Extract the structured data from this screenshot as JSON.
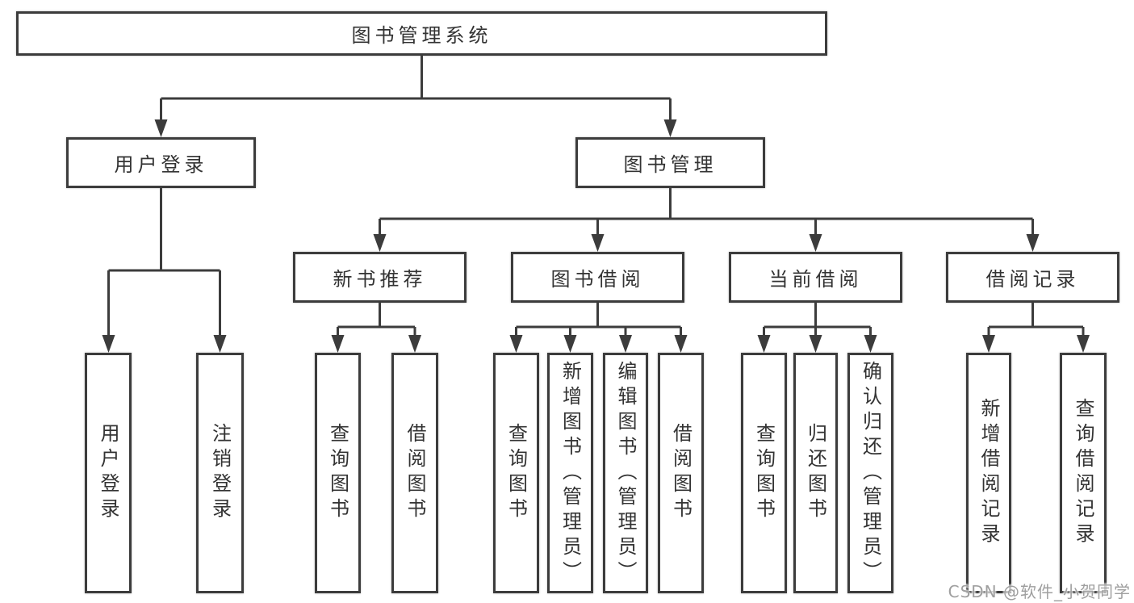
{
  "diagram": {
    "root": {
      "label": "图书管理系统"
    },
    "level2": {
      "login": {
        "label": "用户登录"
      },
      "manage": {
        "label": "图书管理"
      }
    },
    "level3": {
      "newbooks": {
        "label": "新书推荐"
      },
      "borrow": {
        "label": "图书借阅"
      },
      "current": {
        "label": "当前借阅"
      },
      "records": {
        "label": "借阅记录"
      }
    },
    "leaves": {
      "login": [
        "用户登录",
        "注销登录"
      ],
      "newbooks": [
        "查询图书",
        "借阅图书"
      ],
      "borrow": [
        "查询图书",
        "新增图书（管理员）",
        "编辑图书（管理员）",
        "借阅图书"
      ],
      "current": [
        "查询图书",
        "归还图书",
        "确认归还（管理员）"
      ],
      "records": [
        "新增借阅记录",
        "查询借阅记录"
      ]
    },
    "watermark": "CSDN @软件_小贺同学",
    "colors": {
      "line": "#3c3c3c",
      "text": "#333333",
      "watermark": "#9f9f9f"
    }
  }
}
